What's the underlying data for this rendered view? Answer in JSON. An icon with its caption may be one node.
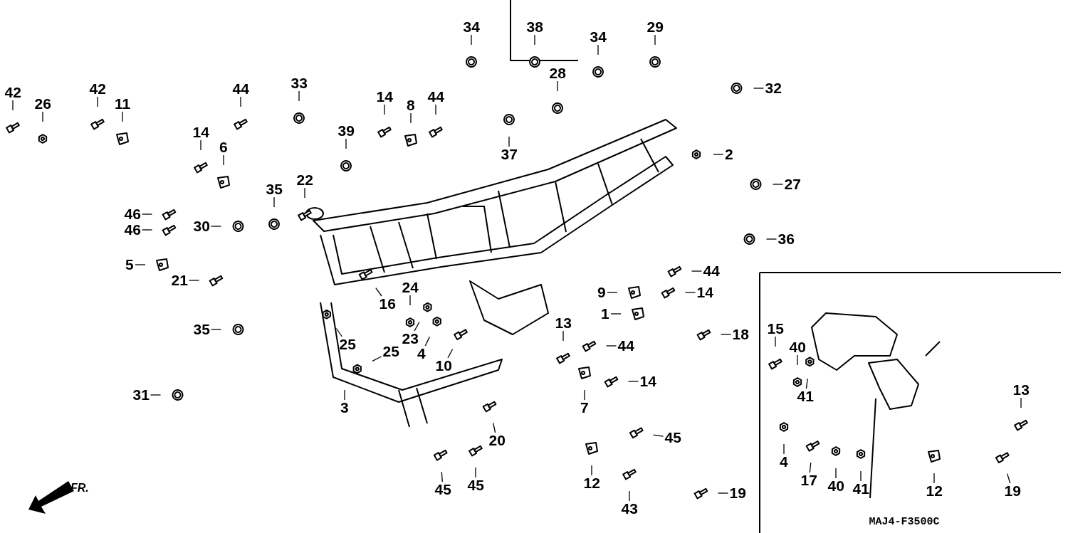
{
  "diagram": {
    "nodes": [
      {
        "text": [
          "34"
        ]
      },
      {
        "text": [
          "38"
        ]
      },
      {
        "text": [
          "34"
        ]
      },
      {
        "text": [
          "29"
        ]
      },
      {
        "text": [
          "28"
        ]
      },
      {
        "text": [
          "42"
        ]
      },
      {
        "text": [
          "44"
        ]
      },
      {
        "text": [
          "42"
        ]
      },
      {
        "text": [
          "33"
        ]
      },
      {
        "text": [
          "32"
        ]
      },
      {
        "text": [
          "14"
        ]
      },
      {
        "text": [
          "26"
        ]
      },
      {
        "text": [
          "11"
        ]
      },
      {
        "text": [
          "8"
        ]
      },
      {
        "text": [
          "44"
        ]
      },
      {
        "text": [
          "14"
        ]
      },
      {
        "text": [
          "39"
        ]
      },
      {
        "text": [
          "6"
        ]
      },
      {
        "text": [
          "2"
        ]
      },
      {
        "text": [
          "37"
        ]
      },
      {
        "text": [
          "22"
        ]
      },
      {
        "text": [
          "27"
        ]
      },
      {
        "text": [
          "35"
        ]
      },
      {
        "text": [
          "46"
        ]
      },
      {
        "text": [
          "30"
        ]
      },
      {
        "text": [
          "46"
        ]
      },
      {
        "text": [
          "36"
        ]
      },
      {
        "text": [
          "5"
        ]
      },
      {
        "text": [
          "21"
        ]
      },
      {
        "text": [
          "44"
        ]
      },
      {
        "text": [
          "24"
        ]
      },
      {
        "text": [
          "9"
        ]
      },
      {
        "text": [
          "14"
        ]
      },
      {
        "text": [
          "16"
        ]
      },
      {
        "text": [
          "1"
        ]
      },
      {
        "text": [
          "13"
        ]
      },
      {
        "text": [
          "35"
        ]
      },
      {
        "text": [
          "18"
        ]
      },
      {
        "text": [
          "15"
        ]
      },
      {
        "text": [
          "25"
        ]
      },
      {
        "text": [
          "23"
        ]
      },
      {
        "text": [
          "44"
        ]
      },
      {
        "text": [
          "40"
        ]
      },
      {
        "text": [
          "25"
        ]
      },
      {
        "text": [
          "4"
        ]
      },
      {
        "text": [
          "10"
        ]
      },
      {
        "text": [
          "14"
        ]
      },
      {
        "text": [
          "31"
        ]
      },
      {
        "text": [
          "41"
        ]
      },
      {
        "text": [
          "13"
        ]
      },
      {
        "text": [
          "7"
        ]
      },
      {
        "text": [
          "3"
        ]
      },
      {
        "text": [
          "20"
        ]
      },
      {
        "text": [
          "45"
        ]
      },
      {
        "text": [
          "4"
        ]
      },
      {
        "text": [
          "17"
        ]
      },
      {
        "text": [
          "40"
        ]
      },
      {
        "text": [
          "41"
        ]
      },
      {
        "text": [
          "45"
        ]
      },
      {
        "text": [
          "45"
        ]
      },
      {
        "text": [
          "12"
        ]
      },
      {
        "text": [
          "12"
        ]
      },
      {
        "text": [
          "19"
        ]
      },
      {
        "text": [
          "19"
        ]
      },
      {
        "text": [
          "43"
        ]
      }
    ],
    "edges": [
      {
        "from": 0,
        "to": null,
        "arrow": "none"
      },
      {
        "from": 1,
        "to": null,
        "arrow": "none"
      },
      {
        "from": 2,
        "to": null,
        "arrow": "none"
      },
      {
        "from": 3,
        "to": null,
        "arrow": "none"
      },
      {
        "from": 4,
        "to": null,
        "arrow": "none"
      },
      {
        "from": 5,
        "to": null,
        "arrow": "none"
      },
      {
        "from": 6,
        "to": null,
        "arrow": "none"
      },
      {
        "from": 7,
        "to": null,
        "arrow": "none"
      },
      {
        "from": 8,
        "to": null,
        "arrow": "none"
      },
      {
        "from": 9,
        "to": null,
        "arrow": "none"
      },
      {
        "from": 10,
        "to": null,
        "arrow": "none"
      },
      {
        "from": 11,
        "to": null,
        "arrow": "none"
      },
      {
        "from": 12,
        "to": null,
        "arrow": "none"
      },
      {
        "from": 13,
        "to": null,
        "arrow": "none"
      },
      {
        "from": 14,
        "to": null,
        "arrow": "none"
      },
      {
        "from": 15,
        "to": null,
        "arrow": "none"
      },
      {
        "from": 16,
        "to": null,
        "arrow": "none"
      },
      {
        "from": 17,
        "to": null,
        "arrow": "none"
      },
      {
        "from": 18,
        "to": null,
        "arrow": "none"
      },
      {
        "from": 19,
        "to": null,
        "arrow": "none"
      },
      {
        "from": 20,
        "to": null,
        "arrow": "none"
      },
      {
        "from": 21,
        "to": null,
        "arrow": "none"
      },
      {
        "from": 22,
        "to": null,
        "arrow": "none"
      },
      {
        "from": 23,
        "to": null,
        "arrow": "none"
      },
      {
        "from": 24,
        "to": null,
        "arrow": "none"
      },
      {
        "from": 25,
        "to": null,
        "arrow": "none"
      },
      {
        "from": 26,
        "to": null,
        "arrow": "none"
      },
      {
        "from": 27,
        "to": null,
        "arrow": "none"
      },
      {
        "from": 28,
        "to": null,
        "arrow": "none"
      },
      {
        "from": 29,
        "to": null,
        "arrow": "none"
      },
      {
        "from": 30,
        "to": null,
        "arrow": "none"
      },
      {
        "from": 31,
        "to": null,
        "arrow": "none"
      },
      {
        "from": 32,
        "to": null,
        "arrow": "none"
      },
      {
        "from": 33,
        "to": null,
        "arrow": "none"
      },
      {
        "from": 34,
        "to": null,
        "arrow": "none"
      },
      {
        "from": 35,
        "to": null,
        "arrow": "none"
      },
      {
        "from": 36,
        "to": null,
        "arrow": "none"
      },
      {
        "from": 37,
        "to": null,
        "arrow": "none"
      },
      {
        "from": 38,
        "to": null,
        "arrow": "none"
      },
      {
        "from": 39,
        "to": null,
        "arrow": "none"
      },
      {
        "from": 40,
        "to": null,
        "arrow": "none"
      },
      {
        "from": 41,
        "to": null,
        "arrow": "none"
      },
      {
        "from": 42,
        "to": null,
        "arrow": "none"
      },
      {
        "from": 43,
        "to": null,
        "arrow": "none"
      },
      {
        "from": 44,
        "to": null,
        "arrow": "none"
      },
      {
        "from": 45,
        "to": null,
        "arrow": "none"
      },
      {
        "from": 46,
        "to": null,
        "arrow": "none"
      },
      {
        "from": 47,
        "to": null,
        "arrow": "none"
      },
      {
        "from": 48,
        "to": null,
        "arrow": "none"
      },
      {
        "from": 49,
        "to": null,
        "arrow": "none"
      },
      {
        "from": 50,
        "to": null,
        "arrow": "none"
      },
      {
        "from": 51,
        "to": null,
        "arrow": "none"
      },
      {
        "from": 52,
        "to": null,
        "arrow": "none"
      },
      {
        "from": 53,
        "to": null,
        "arrow": "none"
      },
      {
        "from": 54,
        "to": null,
        "arrow": "none"
      },
      {
        "from": 55,
        "to": null,
        "arrow": "none"
      },
      {
        "from": 56,
        "to": null,
        "arrow": "none"
      },
      {
        "from": 57,
        "to": null,
        "arrow": "none"
      },
      {
        "from": 58,
        "to": null,
        "arrow": "none"
      },
      {
        "from": 59,
        "to": null,
        "arrow": "none"
      },
      {
        "from": 60,
        "to": null,
        "arrow": "none"
      },
      {
        "from": 61,
        "to": null,
        "arrow": "none"
      },
      {
        "from": 62,
        "to": null,
        "arrow": "none"
      },
      {
        "from": 63,
        "to": null,
        "arrow": "none"
      },
      {
        "from": 64,
        "to": null,
        "arrow": "none"
      }
    ],
    "labels": [
      "FR.",
      "MAJ4-F3500C"
    ]
  }
}
